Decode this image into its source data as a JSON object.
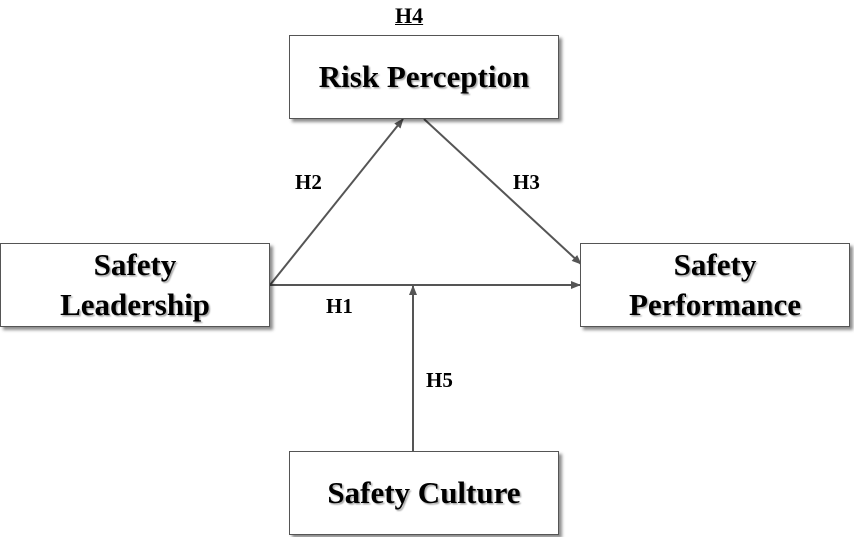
{
  "nodes": {
    "risk_perception": "Risk Perception",
    "safety_leadership": "Safety\nLeadership",
    "safety_performance": "Safety\nPerformance",
    "safety_culture": "Safety Culture"
  },
  "hypotheses": {
    "h1": "H1",
    "h2": "H2",
    "h3": "H3",
    "h4": "H4",
    "h5": "H5"
  },
  "edges": [
    {
      "from": "Safety Leadership",
      "to": "Safety Performance",
      "label": "H1"
    },
    {
      "from": "Safety Leadership",
      "to": "Risk Perception",
      "label": "H2"
    },
    {
      "from": "Risk Perception",
      "to": "Safety Performance",
      "label": "H3"
    },
    {
      "from": "Safety Culture",
      "to": "H1 path",
      "label": "H5"
    }
  ],
  "colors": {
    "line": "#555555",
    "text": "#000000",
    "background": "#ffffff"
  }
}
